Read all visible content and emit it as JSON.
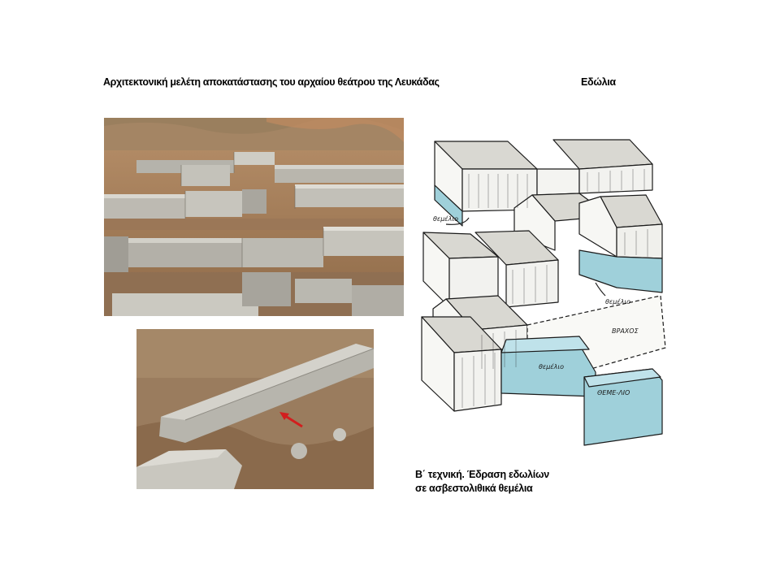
{
  "header": {
    "title": "Αρχιτεκτονική μελέτη αποκατάστασης του αρχαίου θεάτρου της Λευκάδας",
    "section": "Εδώλια"
  },
  "caption": {
    "line1": "Β΄ τεχνική. Έδραση εδωλίων",
    "line2": "σε ασβεστολιθικά θεμέλια"
  },
  "sketch": {
    "labels": {
      "themelio_upper": "θεμέλιο",
      "themelio_right": "θεμέλιο",
      "vrachos": "ΒΡΑΧΟΣ",
      "themelio_lower": "θεμέλιο",
      "themelio_bottom": "ΘΕΜΕ-ΛΙΟ"
    }
  },
  "colors": {
    "stone_top": "#d9d8d2",
    "foundation_blue": "#9fd0da",
    "ink": "#1a1a1a"
  }
}
